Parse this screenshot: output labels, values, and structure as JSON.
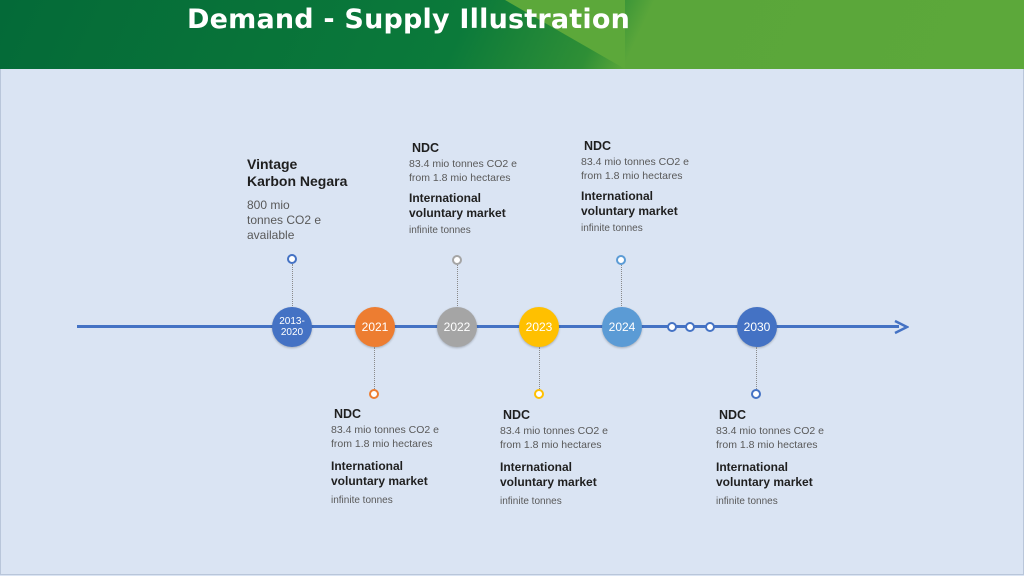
{
  "title": "Demand - Supply Illustration",
  "colors": {
    "axis": "#4472c4",
    "n2013": "#4472c4",
    "n2021": "#ed7d31",
    "n2022": "#a5a5a5",
    "n2023": "#ffc000",
    "n2024": "#5b9bd5",
    "n2030": "#4472c4"
  },
  "vintage": {
    "title_line1": "Vintage",
    "title_line2": "Karbon Negara",
    "body_line1": "800 mio",
    "body_line2": "tonnes CO2 e",
    "body_line3": "available"
  },
  "nodes": {
    "n2013": {
      "line1": "2013-",
      "line2": "2020"
    },
    "n2021": {
      "label": "2021"
    },
    "n2022": {
      "label": "2022"
    },
    "n2023": {
      "label": "2023"
    },
    "n2024": {
      "label": "2024"
    },
    "n2030": {
      "label": "2030"
    }
  },
  "ndc": {
    "heading": "NDC",
    "line1": "83.4 mio tonnes CO2 e",
    "line2": "from 1.8 mio hectares",
    "market_line1": "International",
    "market_line2": "voluntary market",
    "market_note": "infinite  tonnes"
  }
}
